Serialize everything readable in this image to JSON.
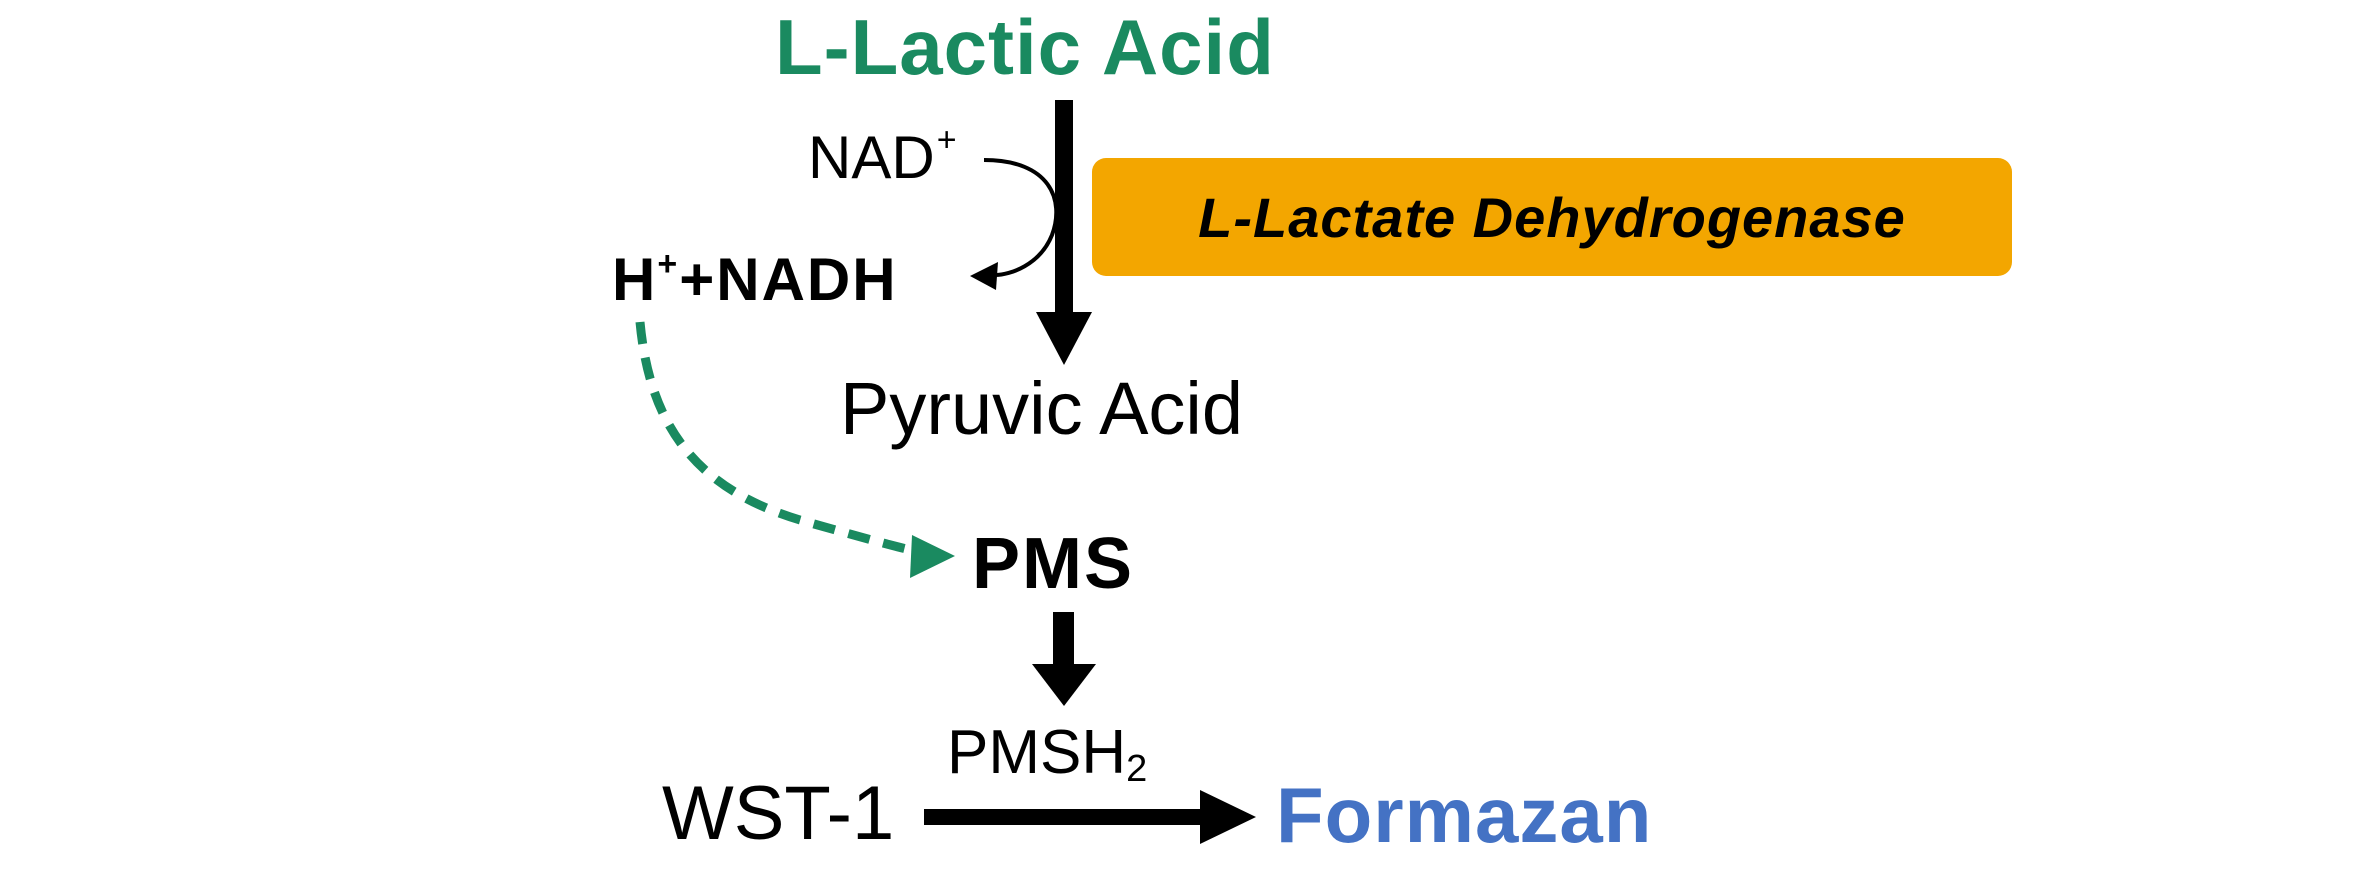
{
  "diagram": {
    "substrate": "L-Lactic Acid",
    "enzyme": "L-Lactate Dehydrogenase",
    "cofactor_in": {
      "text": "NAD",
      "superscript": "+"
    },
    "cofactor_out": {
      "prefix": "H",
      "superscript": "+",
      "suffix": "+NADH"
    },
    "product": "Pyruvic Acid",
    "electron_mediator": "PMS",
    "reduced_mediator": {
      "text": "PMSH",
      "subscript": "2"
    },
    "dye": "WST-1",
    "final_product": "Formazan"
  },
  "colors": {
    "substrate": "#1a8a60",
    "enzyme_box": "#f3a600",
    "final_product": "#4472c4",
    "dashed_arrow": "#1a8a60",
    "arrows": "#000000"
  }
}
